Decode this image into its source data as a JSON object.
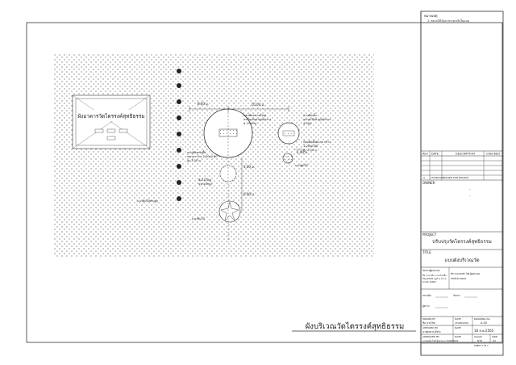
{
  "notes": {
    "heading": "หมายเหตุ",
    "line1": "1. ขนาดให้วัดจากระยะจริงในแบบ"
  },
  "drawing": {
    "building_label": "ผังอาคารวัดไตรรงค์สุทธิธรรม",
    "dim_width": "10.00 ม.",
    "dim_left": "8.00 ม.",
    "pond_label": "ลานหินขนาดใหญ่",
    "pond_size": "ขนาดเส้นผ่าศูนย์กลาง",
    "pond_size2": "ø 10.00ม.",
    "small_pond_label": "ลานหินเล็ก",
    "small_pond_size": "ขนาดเส้นผ่าศูนย์กลาง",
    "small_pond_size2": "4.00ม.",
    "rock_label": "ก้อนหินตั้งขนาด กว้าง",
    "rock_size": "1.00x0.80",
    "rock_height": "สูง 2.00 ม.",
    "stone_label": "ลานหินทรงเตี้ย",
    "stone_size": "ขนาด กว้าง 2.00x0.80",
    "stone_height": "สูง 3.00 ม.",
    "dim_3m": "3.00 ม.",
    "dim_2m": "2.00 ม.",
    "dim_6m": "6.00 ม.",
    "tree1": "ต้นไม้ใหญ่",
    "tree1b": "ขนาดใหญ่",
    "tree_row": "แนวต้นไม้ทรงสูง",
    "tree2": "แนวต้นไม้",
    "shrub": "แนวพุ่มไม้",
    "main_title": "ผังบริเวณวัดไตรรงค์สุทธิธรรม"
  },
  "revision_table": {
    "headers": [
      "REV",
      "DATE",
      "DESCRIPTION",
      "CHECKED"
    ],
    "row1": [
      "A",
      "15/08/2022",
      "ISSUED FOR REVIEW",
      ""
    ]
  },
  "owner": {
    "label": "OWNER",
    "l1": "-",
    "l2": "-"
  },
  "project": {
    "label": "PROJECT",
    "name": "ปรับปรุงวัดไตรรงค์สุทธิธรรม"
  },
  "title": {
    "label": "TITLE",
    "name": "แบบผังบริเวณวัด"
  },
  "consultant": {
    "l1": "วิศวกรผู้ออกแบบ",
    "l2": "ชื่อ ภาษาเต็ม ภาษาไทยชื่อ",
    "l3": "ที่อยู่ 99/99 หมู่บ้าน ตำบล",
    "l4": "จังหวัด 10000",
    "r1": "ชื่อ นาย สมชัย ใจดี ผู้ออกแบบ",
    "r2": "เลขที่ สก.9999"
  },
  "sign": {
    "a": "สถาปนิก",
    "b": "วิศวกร",
    "c": "ผู้ตรวจ"
  },
  "titleblock": {
    "drawn_by": "DRAWN BY",
    "date_lbl": "DATE",
    "drawing_no": "DRAWING No.",
    "drawn_name": "ชื่อ นายโชค",
    "drawn_date": "15/08/2022",
    "drawing_val": "A-00",
    "checked_by": "CHECKED BY",
    "date2": "DATE",
    "date2_val": "18 ส.ค.2565",
    "checked_name": "นายสมชาย ดีจริง",
    "approved": "APPROVED BY",
    "date3": "DATE",
    "scale": "SCALE",
    "size": "SIZE",
    "approved_name": "นายสมชัย ใจดี ผู้ออกแบบ 15/08/2022",
    "scale_val": "NTS",
    "size_val": "A3",
    "sheet": "SHEET 1 OF 1"
  }
}
